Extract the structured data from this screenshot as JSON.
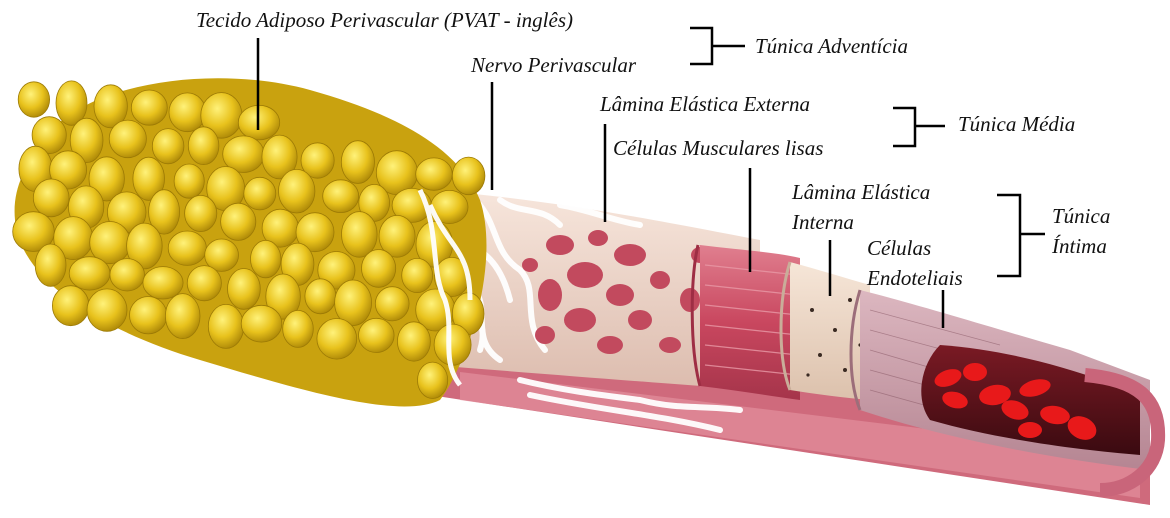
{
  "labels": {
    "pvat": "Tecido Adiposo Perivascular (PVAT - inglês)",
    "nerve": "Nervo Perivascular",
    "adventitia": "Túnica Adventícia",
    "external_elastic": "Lâmina Elástica Externa",
    "smooth_muscle": "Células Musculares lisas",
    "media": "Túnica Média",
    "internal_elastic_line1": "Lâmina Elástica",
    "internal_elastic_line2": "Interna",
    "endothelial_line1": "Células",
    "endothelial_line2": "Endoteliais",
    "intima_line1": "Túnica",
    "intima_line2": "Íntima"
  },
  "colors": {
    "fat": "#e8c21c",
    "fat_dark": "#b08c06",
    "adventitia_bg": "#efd9cf",
    "collagen": "#ffffff",
    "external_elastic": "#c24a5e",
    "muscle": "#c9475f",
    "internal_elastic": "#ecd5c3",
    "intima": "#c9a3ad",
    "blood_cells": "#e8191a",
    "leader_lines": "#000000"
  }
}
